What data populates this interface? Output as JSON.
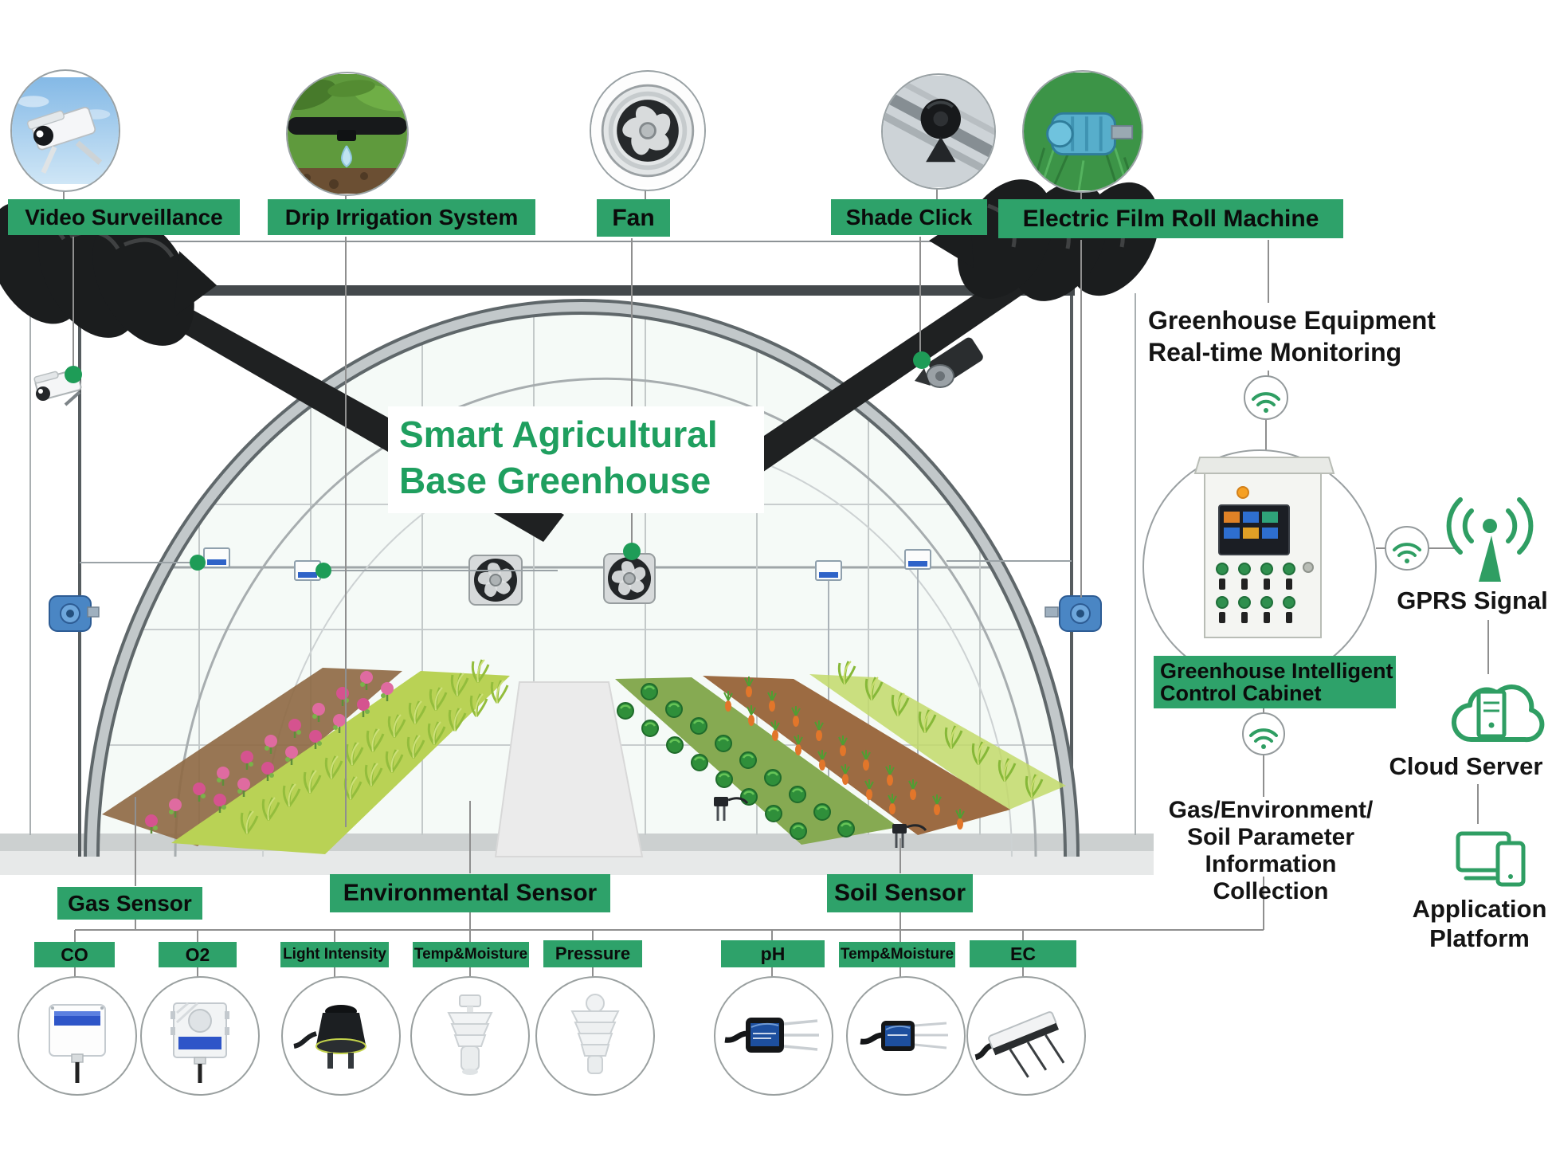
{
  "title": {
    "line1": "Smart Agricultural",
    "line2": "Base Greenhouse"
  },
  "equipment": [
    {
      "label": "Video Surveillance"
    },
    {
      "label": "Drip Irrigation System"
    },
    {
      "label": "Fan"
    },
    {
      "label": "Shade Click"
    },
    {
      "label": "Electric Film Roll Machine"
    }
  ],
  "right_panel": {
    "monitoring_line1": "Greenhouse Equipment",
    "monitoring_line2": "Real-time Monitoring",
    "cabinet_line1": "Greenhouse Intelligent",
    "cabinet_line2": "Control Cabinet",
    "gprs": "GPRS Signal",
    "cloud": "Cloud Server",
    "collection_line1": "Gas/Environment/",
    "collection_line2": "Soil Parameter",
    "collection_line3": "Information Collection",
    "app_line1": "Application",
    "app_line2": "Platform"
  },
  "sensor_groups": {
    "gas": {
      "label": "Gas Sensor",
      "items": [
        {
          "label": "CO"
        },
        {
          "label": "O2"
        }
      ]
    },
    "environmental": {
      "label": "Environmental Sensor",
      "items": [
        {
          "label": "Light Intensity"
        },
        {
          "label": "Temp&Moisture"
        },
        {
          "label": "Pressure"
        }
      ]
    },
    "soil": {
      "label": "Soil Sensor",
      "items": [
        {
          "label": "pH"
        },
        {
          "label": "Temp&Moisture"
        },
        {
          "label": "EC"
        }
      ]
    }
  },
  "icon_names": {
    "wifi": "wifi-signal-icon",
    "gprs_antenna": "gprs-antenna-icon",
    "cloud_server": "cloud-server-icon",
    "application_platform": "monitor-and-phone-icon",
    "camera_photo": "cctv-camera-photo",
    "drip_photo": "drip-pipe-photo",
    "fan_photo": "exhaust-fan-photo",
    "shade_photo": "shade-motor-photo",
    "film_photo": "film-roll-motor-photo",
    "control_cabinet": "control-cabinet-photo"
  },
  "colors": {
    "label_green": "#2ea26a",
    "title_green": "#1f9f5f",
    "icon_green": "#2f9e63",
    "dot_green": "#1e9c57",
    "line_grey": "#8f8f8f"
  }
}
